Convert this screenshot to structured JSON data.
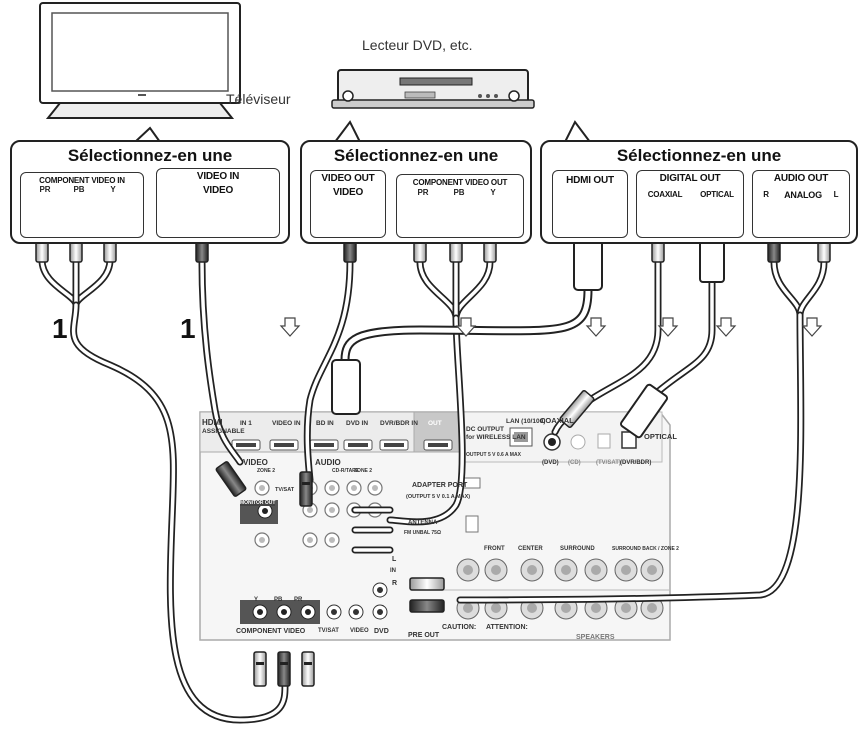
{
  "tv_label": "Téléviseur",
  "dvd_label": "Lecteur DVD, etc.",
  "select_label": "Sélectionnez-en une",
  "step_number": "1",
  "tv_panel": {
    "component_video_in": "COMPONENT VIDEO IN",
    "video_in": "VIDEO IN",
    "video": "VIDEO",
    "pr": "PR",
    "pb": "PB",
    "y": "Y"
  },
  "dvd_panel": {
    "video_out": "VIDEO OUT",
    "video": "VIDEO",
    "component_video_out": "COMPONENT VIDEO OUT",
    "pr": "PR",
    "pb": "PB",
    "y": "Y"
  },
  "audio_panel": {
    "hdmi_out": "HDMI OUT",
    "digital_out": "DIGITAL OUT",
    "coaxial": "COAXIAL",
    "optical": "OPTICAL",
    "audio_out": "AUDIO OUT",
    "r": "R",
    "analog": "ANALOG",
    "l": "L"
  },
  "receiver": {
    "hdmi": "HDMI",
    "assignable": "ASSIGNABLE",
    "in1": "IN 1",
    "video_in": "VIDEO IN",
    "bd_in": "BD IN",
    "dvd_in": "DVD IN",
    "dvr_bdr_in": "DVR/BDR IN",
    "out": "OUT",
    "lan": "LAN (10/100)",
    "dc_output": "DC OUTPUT",
    "wireless_lan": "for WIRELESS LAN",
    "output_spec": "OUTPUT 5 V 0.6 A MAX",
    "coaxial": "COAXIAL",
    "dvd": "(DVD)",
    "cd": "(CD)",
    "tv_sat": "(TV/SAT)",
    "optical": "OPTICAL",
    "dvr_bdr": "(DVR/BDR)",
    "video": "VIDEO",
    "audio": "AUDIO",
    "zone2": "ZONE 2",
    "tv_sat_label": "TV/SAT",
    "cd_r_tape": "CD-R/TAPE",
    "monitor_out": "MONITOR OUT",
    "adapter_port": "ADAPTER PORT",
    "adapter_spec": "(OUTPUT 5 V 0.1 A MAX)",
    "antenna": "ANTENNA",
    "front": "FRONT",
    "center": "CENTER",
    "surround": "SURROUND",
    "surround_back": "SURROUND BACK / ZONE 2",
    "component_video": "COMPONENT VIDEO",
    "y": "Y",
    "pb": "PB",
    "pr": "PR",
    "dvd_label": "DVD",
    "pre_out": "PRE OUT",
    "caution": "CAUTION:",
    "attention": "ATTENTION:",
    "speakers": "SPEAKERS",
    "in": "IN",
    "l": "L",
    "r": "R",
    "fm_unbal": "FM UNBAL 75Ω"
  }
}
